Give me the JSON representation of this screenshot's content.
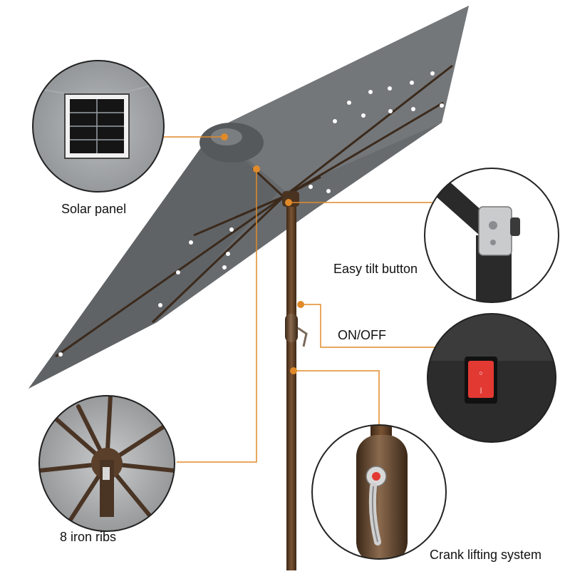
{
  "callouts": {
    "solar_panel": "Solar panel",
    "easy_tilt": "Easy tilt button",
    "on_off": "ON/OFF",
    "ribs": "8 iron ribs",
    "crank": "Crank lifting system"
  },
  "colors": {
    "canopy": "#6b6e71",
    "canopy_light": "#85888b",
    "pole": "#5a3b22",
    "leader_line": "#e08a2a",
    "switch_red": "#e23a33",
    "led": "#ffffff"
  }
}
